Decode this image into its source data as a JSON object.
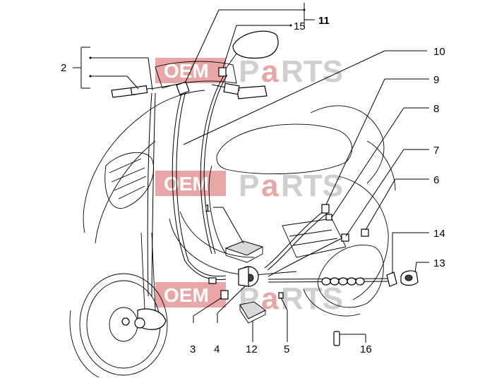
{
  "watermark": {
    "oem": "OEM",
    "parts_p": "P",
    "parts_a": "a",
    "parts_rts": "RTS",
    "color_red": "#e8a6a6",
    "color_gray": "#cfcfcf"
  },
  "callouts": [
    {
      "id": "1",
      "label": "1"
    },
    {
      "id": "2",
      "label": "2"
    },
    {
      "id": "3",
      "label": "3"
    },
    {
      "id": "4",
      "label": "4"
    },
    {
      "id": "5",
      "label": "5"
    },
    {
      "id": "6",
      "label": "6"
    },
    {
      "id": "7",
      "label": "7"
    },
    {
      "id": "8",
      "label": "8"
    },
    {
      "id": "9",
      "label": "9"
    },
    {
      "id": "10",
      "label": "10"
    },
    {
      "id": "11",
      "label": "11"
    },
    {
      "id": "12",
      "label": "12"
    },
    {
      "id": "13",
      "label": "13"
    },
    {
      "id": "14",
      "label": "14"
    },
    {
      "id": "15",
      "label": "15"
    },
    {
      "id": "16",
      "label": "16"
    }
  ]
}
